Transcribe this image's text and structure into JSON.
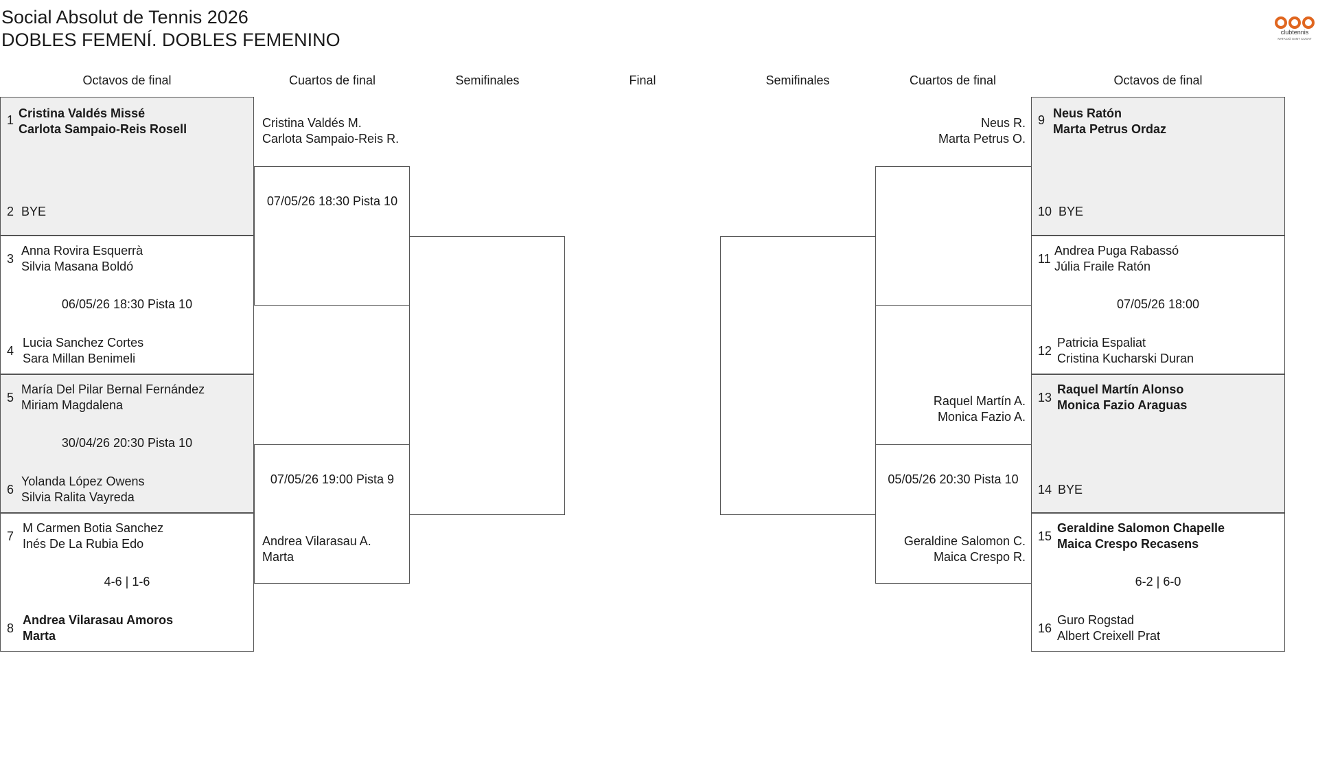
{
  "header": {
    "title": "Social Absolut de Tennis 2026",
    "subtitle": "DOBLES FEMENÍ. DOBLES FEMENINO",
    "logo_text": "clubtennis",
    "logo_subtext": "NATACIÓ SANT CUGAT"
  },
  "rounds": {
    "left_r16": "Octavos de final",
    "left_qf": "Cuartos de final",
    "left_sf": "Semifinales",
    "final": "Final",
    "right_sf": "Semifinales",
    "right_qf": "Cuartos de final",
    "right_r16": "Octavos de final"
  },
  "r16": [
    {
      "seed_a": "1",
      "a1": "Cristina Valdés Missé",
      "a2": "Carlota Sampaio-Reis Rosell",
      "seed_b": "2",
      "b1": "BYE",
      "b2": "",
      "info": ""
    },
    {
      "seed_a": "3",
      "a1": "Anna Rovira Esquerrà",
      "a2": "Silvia Masana Boldó",
      "seed_b": "4",
      "b1": "Lucia Sanchez Cortes",
      "b2": "Sara Millan Benimeli",
      "info": "06/05/26 18:30 Pista 10"
    },
    {
      "seed_a": "5",
      "a1": "María Del Pilar Bernal Fernández",
      "a2": "Miriam Magdalena",
      "seed_b": "6",
      "b1": "Yolanda López Owens",
      "b2": "Silvia Ralita Vayreda",
      "info": "30/04/26 20:30 Pista 10"
    },
    {
      "seed_a": "7",
      "a1": "M Carmen Botia Sanchez",
      "a2": "Inés De La Rubia Edo",
      "seed_b": "8",
      "b1": "Andrea Vilarasau Amoros",
      "b2": "Marta",
      "info": "4-6 | 1-6"
    },
    {
      "seed_a": "9",
      "a1": "Neus Ratón",
      "a2": "Marta Petrus Ordaz",
      "seed_b": "10",
      "b1": "BYE",
      "b2": "",
      "info": ""
    },
    {
      "seed_a": "11",
      "a1": "Andrea Puga Rabassó",
      "a2": "Júlia Fraile Ratón",
      "seed_b": "12",
      "b1": "Patricia Espaliat",
      "b2": "Cristina Kucharski Duran",
      "info": "07/05/26 18:00"
    },
    {
      "seed_a": "13",
      "a1": "Raquel Martín Alonso",
      "a2": "Monica Fazio Araguas",
      "seed_b": "14",
      "b1": "BYE",
      "b2": "",
      "info": ""
    },
    {
      "seed_a": "15",
      "a1": "Geraldine Salomon Chapelle",
      "a2": "Maica Crespo Recasens",
      "seed_b": "16",
      "b1": "Guro Rogstad",
      "b2": "Albert Creixell Prat",
      "info": "6-2 | 6-0"
    }
  ],
  "qf": {
    "left_top": {
      "a1": "Cristina Valdés M.",
      "a2": "Carlota Sampaio-Reis R.",
      "info": "07/05/26 18:30 Pista 10",
      "b1": "",
      "b2": ""
    },
    "left_bottom": {
      "a1": "",
      "a2": "",
      "info": "07/05/26 19:00 Pista 9",
      "b1": "Andrea Vilarasau A.",
      "b2": "Marta"
    },
    "right_top": {
      "a1": "Neus R.",
      "a2": "Marta Petrus O.",
      "info": "",
      "b1": "",
      "b2": ""
    },
    "right_bottom": {
      "a1": "Raquel Martín A.",
      "a2": "Monica Fazio A.",
      "info": "05/05/26 20:30 Pista 10",
      "b1": "Geraldine Salomon C.",
      "b2": "Maica Crespo R."
    }
  }
}
